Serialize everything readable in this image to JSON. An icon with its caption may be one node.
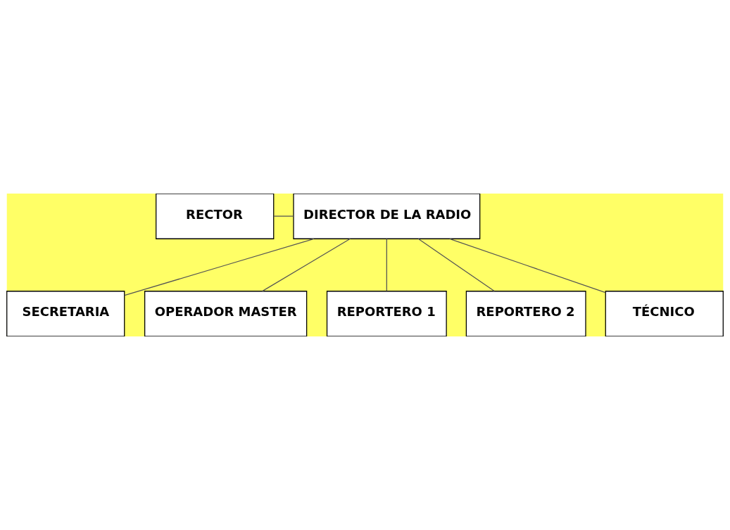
{
  "diagram": {
    "nodes": [
      {
        "text": [
          "RECTOR"
        ]
      },
      {
        "text": [
          "DIRECTOR DE LA RADIO"
        ]
      },
      {
        "text": [
          "SECRETARIA"
        ]
      },
      {
        "text": [
          "OPERADOR MASTER"
        ]
      },
      {
        "text": [
          "REPORTERO 1"
        ]
      },
      {
        "text": [
          "REPORTERO 2"
        ]
      },
      {
        "text": [
          "TÉCNICO"
        ]
      }
    ],
    "edges": [
      {
        "from": 0,
        "to": 1,
        "arrow": "none"
      },
      {
        "from": 1,
        "to": 2,
        "arrow": "none"
      },
      {
        "from": 1,
        "to": 3,
        "arrow": "none"
      },
      {
        "from": 1,
        "to": 4,
        "arrow": "none"
      },
      {
        "from": 1,
        "to": 5,
        "arrow": "none"
      },
      {
        "from": 1,
        "to": 6,
        "arrow": "none"
      }
    ]
  }
}
